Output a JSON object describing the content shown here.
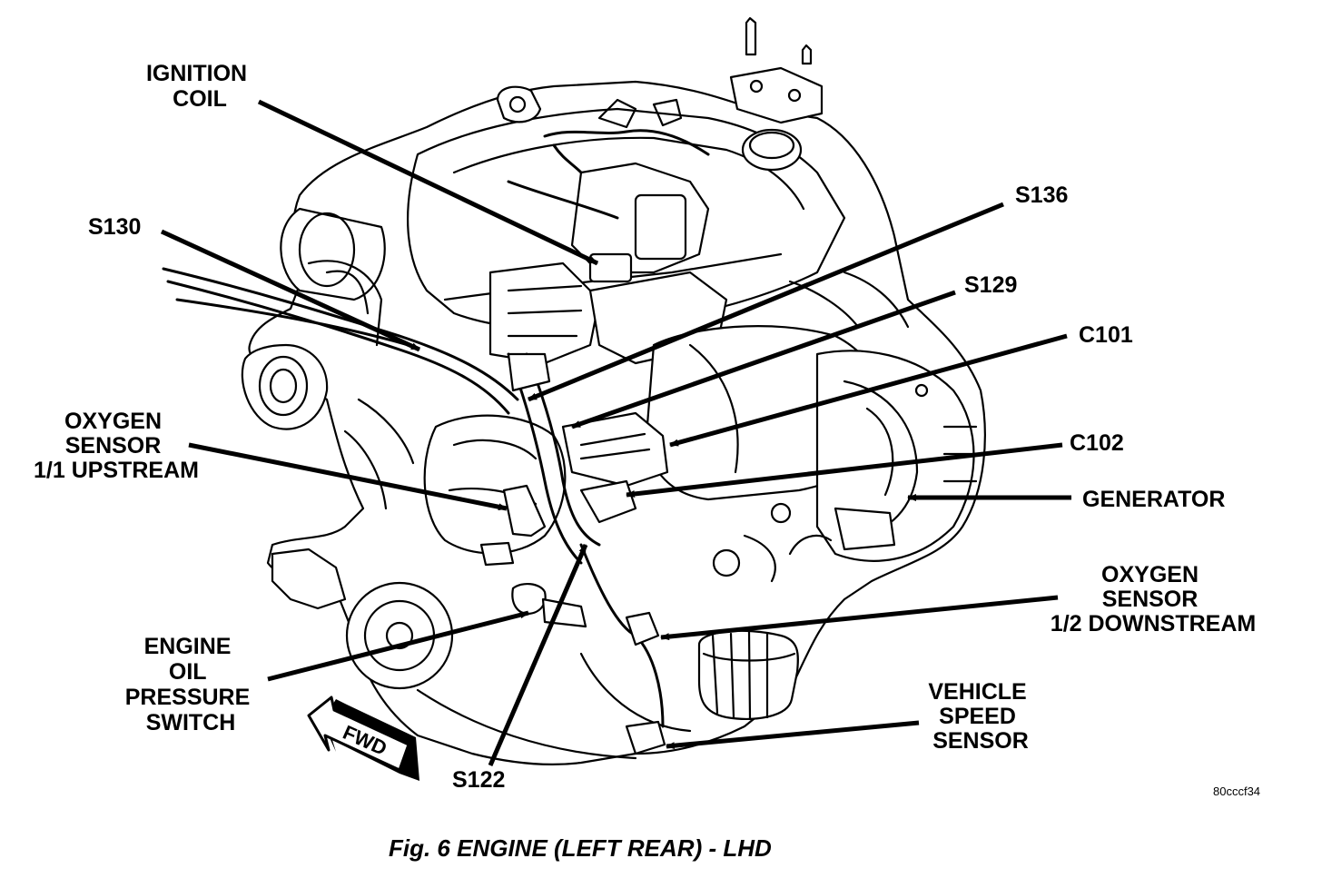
{
  "labels": {
    "ignition_coil": [
      "IGNITION",
      "COIL"
    ],
    "s130": "S130",
    "s136": "S136",
    "s129": "S129",
    "c101": "C101",
    "c102": "C102",
    "generator": "GENERATOR",
    "oxygen_upstream": [
      "OXYGEN",
      "SENSOR",
      "1/1 UPSTREAM"
    ],
    "oxygen_downstream": [
      "OXYGEN",
      "SENSOR",
      "1/2 DOWNSTREAM"
    ],
    "engine_oil": [
      "ENGINE",
      "OIL",
      "PRESSURE",
      "SWITCH"
    ],
    "vehicle_speed": [
      "VEHICLE",
      "SPEED",
      "SENSOR"
    ],
    "s122": "S122",
    "fwd": "FWD"
  },
  "figure_ref": "80cccf34",
  "caption": "Fig. 6 ENGINE (LEFT REAR) - LHD"
}
